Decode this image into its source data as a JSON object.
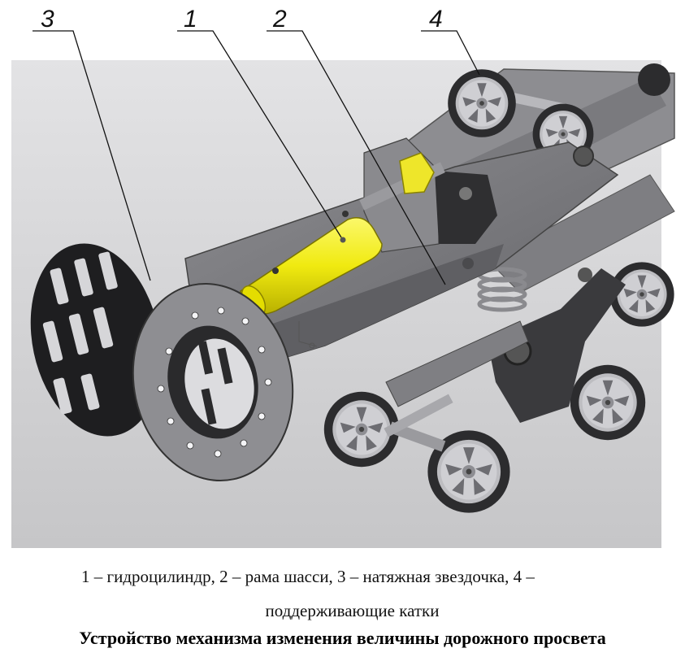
{
  "callouts": [
    {
      "number": "1",
      "part": "гидроцилиндр"
    },
    {
      "number": "2",
      "part": "рама шасси"
    },
    {
      "number": "3",
      "part": "натяжная звездочка"
    },
    {
      "number": "4",
      "part": "поддерживающие катки"
    }
  ],
  "legend": {
    "line1": "1 – гидроцилиндр, 2 – рама шасси, 3 – натяжная звездочка, 4 –",
    "line2": "поддерживающие катки"
  },
  "caption": "Устройство механизма изменения величины дорожного просвета",
  "colors": {
    "background": "#d3d3d5",
    "frame": "#77777b",
    "cylinder": "#f2ee10",
    "wheel_tire": "#2c2c2e",
    "wheel_hub": "#c7c7cb"
  }
}
